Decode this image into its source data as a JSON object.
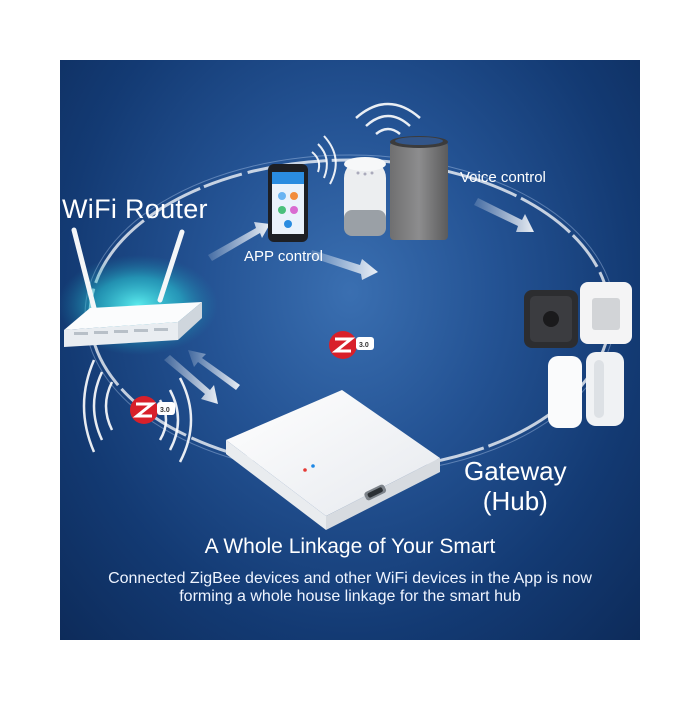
{
  "labels": {
    "wifi_router": "WiFi Router",
    "app_control": "APP control",
    "voice_control": "Voice control",
    "gateway_line1": "Gateway",
    "gateway_line2": "(Hub)"
  },
  "zigbee_badge": "3.0",
  "headline": "A Whole Linkage of Your Smart",
  "description": "Connected ZigBee devices and other WiFi devices in the App is now forming a whole house linkage for the smart hub",
  "colors": {
    "background_dark": "#0d2b5a",
    "background_light": "#3a6fb1",
    "zigbee_red": "#d8202a",
    "router_glow": "#2fe0e6"
  },
  "icons": [
    "wifi-router-icon",
    "smartphone-icon",
    "smart-speaker-icon",
    "smart-plug-icon",
    "door-sensor-icon",
    "gateway-hub-icon",
    "zigbee-logo-icon"
  ]
}
